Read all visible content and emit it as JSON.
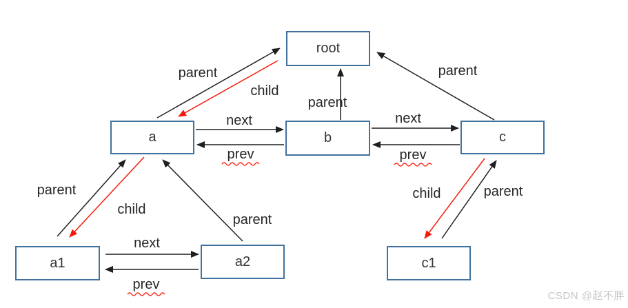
{
  "diagram": {
    "title_hint": "doubly linked tree structure (root, a, b, c, a1, a2, c1)",
    "nodes": {
      "root": {
        "label": "root"
      },
      "a": {
        "label": "a"
      },
      "b": {
        "label": "b"
      },
      "c": {
        "label": "c"
      },
      "a1": {
        "label": "a1"
      },
      "a2": {
        "label": "a2"
      },
      "c1": {
        "label": "c1"
      }
    },
    "relations": [
      {
        "from": "a",
        "to": "root",
        "label": "parent",
        "style": "black"
      },
      {
        "from": "root",
        "to": "a",
        "label": "child",
        "style": "red"
      },
      {
        "from": "b",
        "to": "root",
        "label": "parent",
        "style": "black"
      },
      {
        "from": "c",
        "to": "root",
        "label": "parent",
        "style": "black"
      },
      {
        "from": "a",
        "to": "b",
        "label": "next",
        "style": "black"
      },
      {
        "from": "b",
        "to": "a",
        "label": "prev",
        "style": "black"
      },
      {
        "from": "b",
        "to": "c",
        "label": "next",
        "style": "black"
      },
      {
        "from": "c",
        "to": "b",
        "label": "prev",
        "style": "black"
      },
      {
        "from": "a1",
        "to": "a",
        "label": "parent",
        "style": "black"
      },
      {
        "from": "a",
        "to": "a1",
        "label": "child",
        "style": "red"
      },
      {
        "from": "a2",
        "to": "a",
        "label": "parent",
        "style": "black"
      },
      {
        "from": "a1",
        "to": "a2",
        "label": "next",
        "style": "black"
      },
      {
        "from": "a2",
        "to": "a1",
        "label": "prev",
        "style": "black"
      },
      {
        "from": "c1",
        "to": "c",
        "label": "parent",
        "style": "black"
      },
      {
        "from": "c",
        "to": "c1",
        "label": "child",
        "style": "red"
      }
    ]
  },
  "watermark": "CSDN @赵不胖",
  "colors": {
    "box-border": "#41719C",
    "arrow-black": "#1f1f1f",
    "arrow-red": "#f5190a",
    "label-text": "#262626",
    "node-text": "#333333",
    "squiggle": "#ff2619",
    "watermark-text": "#c6c6c6",
    "canvas-bg": "#ffffff"
  }
}
